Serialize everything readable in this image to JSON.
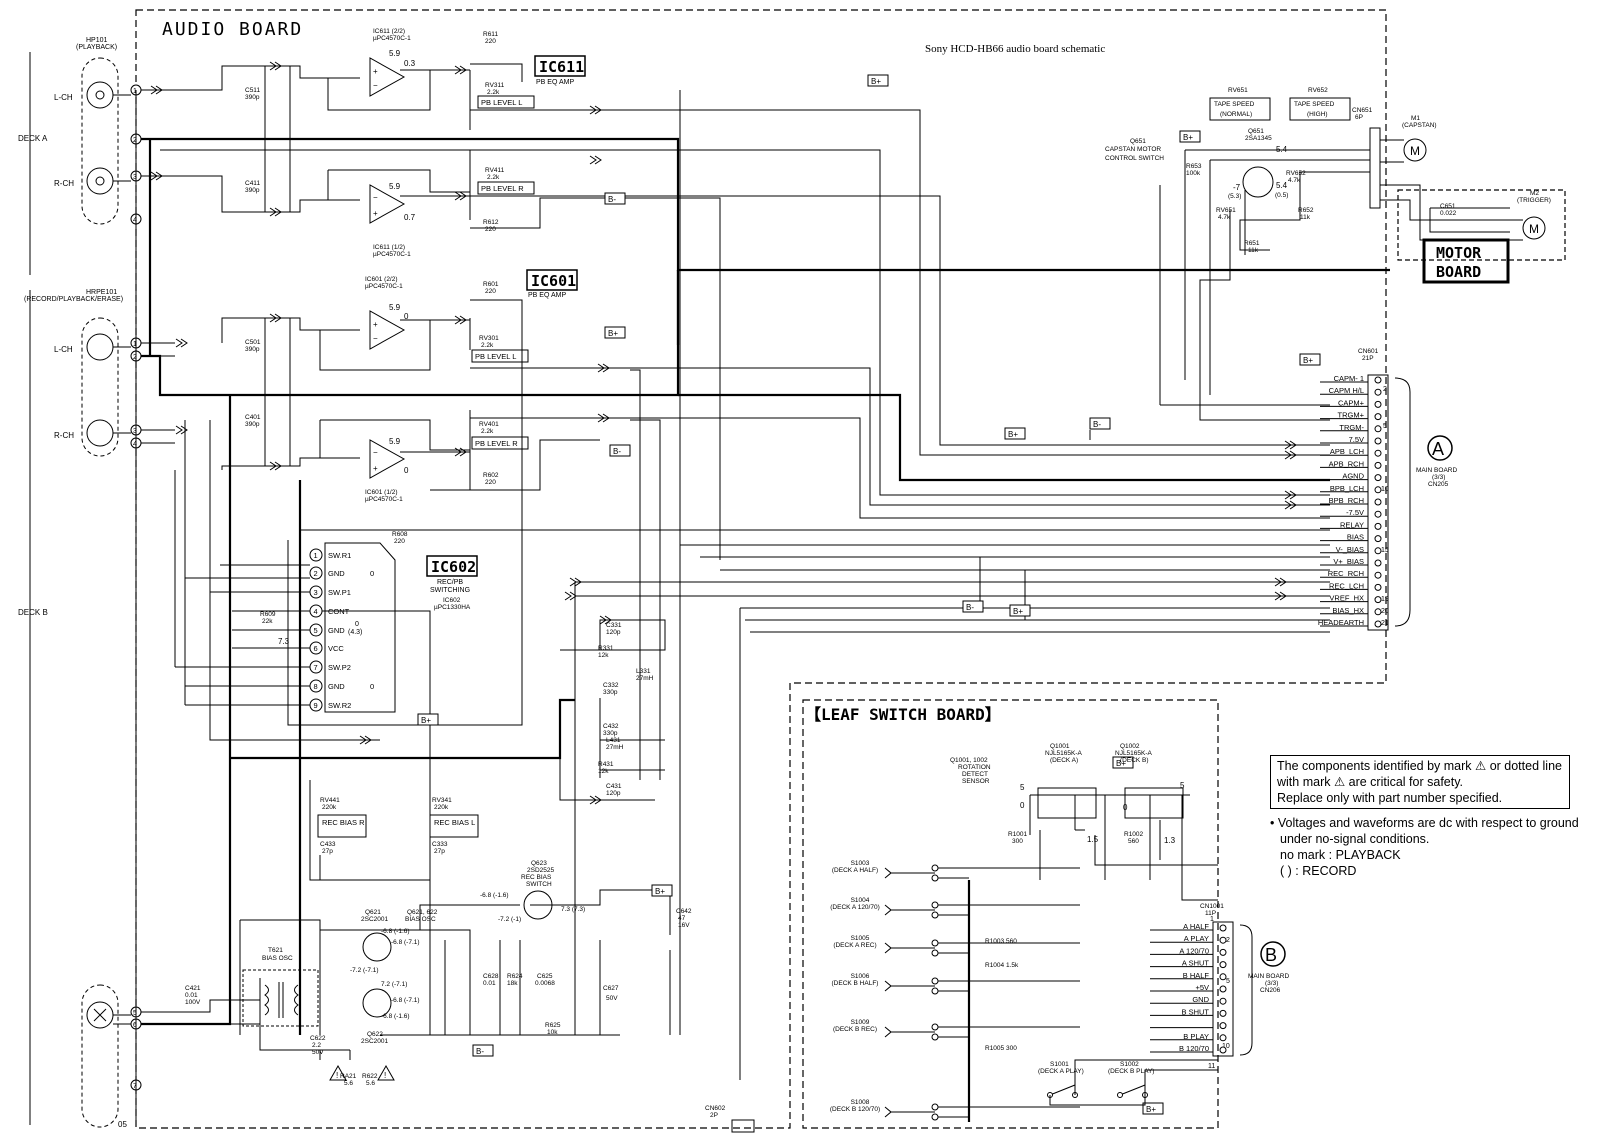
{
  "caption": "Sony HCD-HB66 audio board schematic",
  "audio_board": {
    "title": "AUDIO BOARD",
    "deck_a": "DECK A",
    "deck_b": "DECK B",
    "hp101": [
      "HP101",
      "(PLAYBACK)"
    ],
    "hrpe101": [
      "HRPE101",
      "(RECORD/PLAYBACK/ERASE)"
    ],
    "lch": "L-CH",
    "rch": "R-CH",
    "page_code": "05",
    "ic611": {
      "name": "IC611",
      "function": "PB EQ AMP",
      "part_top": [
        "IC611 (2/2)",
        "µPC4570C-1"
      ],
      "part_bottom": [
        "IC611 (1/2)",
        "µPC4570C-1"
      ]
    },
    "ic601": {
      "name": "IC601",
      "function": "PB EQ AMP",
      "part_top": [
        "IC601 (2/2)",
        "µPC4570C-1"
      ],
      "part_bottom": [
        "IC601 (1/2)",
        "µPC4570C-1"
      ]
    },
    "ic602": {
      "name": "IC602",
      "function": [
        "REC/PB",
        "SWITCHING"
      ],
      "part": [
        "IC602",
        "µPC1330HA"
      ],
      "pins": [
        "SW.R1",
        "GND",
        "SW.P1",
        "CONT",
        "GND",
        "VCC",
        "SW.P2",
        "GND",
        "SW.R2"
      ],
      "pin_numbers": [
        "1",
        "2",
        "3",
        "4",
        "5",
        "6",
        "7",
        "8",
        "9"
      ],
      "vcc_voltage": "7.3",
      "cont_voltage": [
        "0",
        "(4.3)"
      ]
    },
    "pb_level_l": "PB LEVEL L",
    "pb_level_r": "PB LEVEL R",
    "rec_bias_r": "REC BIAS R",
    "rec_bias_l": "REC BIAS L",
    "bplus": "B+",
    "bminus": "B-",
    "components": {
      "r611": [
        "R611",
        "220"
      ],
      "r612": [
        "R612",
        "220"
      ],
      "r601": [
        "R601",
        "220"
      ],
      "r602": [
        "R602",
        "220"
      ],
      "rv311": [
        "RV311",
        "2.2k"
      ],
      "rv411": [
        "RV411",
        "2.2k"
      ],
      "rv301": [
        "RV301",
        "2.2k"
      ],
      "rv401": [
        "RV401",
        "2.2k"
      ],
      "c511": [
        "C511",
        "390p"
      ],
      "c411": [
        "C411",
        "390p"
      ],
      "c501": [
        "C501",
        "390p"
      ],
      "c401": [
        "C401",
        "390p"
      ],
      "r608": [
        "R608",
        "220"
      ],
      "r609": [
        "R609",
        "22k"
      ],
      "rv441": [
        "RV441",
        "220k"
      ],
      "rv341": [
        "RV341",
        "220k"
      ],
      "c433": [
        "C433",
        "27p"
      ],
      "c333": [
        "C333",
        "27p"
      ],
      "c331": [
        "C331",
        "120p"
      ],
      "c431": [
        "C431",
        "120p"
      ],
      "l331": [
        "L331",
        "27mH"
      ],
      "l431": [
        "L431",
        "27mH"
      ],
      "r331": [
        "R331",
        "12k"
      ],
      "r431": [
        "R431",
        "12k"
      ],
      "c332": [
        "C332",
        "330p"
      ],
      "c432": [
        "C432",
        "330p"
      ],
      "c421": [
        "C421",
        "0.01",
        "100V"
      ],
      "c642": [
        "C642",
        "47",
        "16V"
      ],
      "c627": [
        "C627",
        "50V"
      ],
      "r625": [
        "R625",
        "10k"
      ],
      "c628": [
        "C628",
        "0.01"
      ],
      "r624": [
        "R624",
        "18k"
      ],
      "c625": [
        "C625",
        "0.0068"
      ],
      "c622": [
        "C622",
        "2.2",
        "50V"
      ],
      "ra21": [
        "RA21",
        "5.6"
      ],
      "r622": [
        "R622",
        "5.6"
      ]
    },
    "bias": {
      "t621": [
        "T621",
        "BIAS OSC"
      ],
      "q621": [
        "Q621",
        "2SC2001"
      ],
      "q622": [
        "Q622",
        "2SC2001"
      ],
      "q621_622": [
        "Q621, 622",
        "BIAS OSC"
      ],
      "q623": [
        "Q623",
        "2SD2525",
        "REC BIAS",
        "SWITCH"
      ],
      "volts": {
        "v1": "-6.8 (-1.6)",
        "v2": "-7.2 (-1)",
        "v3": "7.3 (7.3)",
        "v4": "-6.8 (-1.6)",
        "v5": "-6.8 (-7.1)",
        "v6": "-7.2 (-7.1)",
        "v7": "7.2 (-7.1)",
        "v8": "-6.8 (-7.1)",
        "v9": "-6.8 (-1.6)"
      }
    },
    "ic_volts": {
      "a": "5.9",
      "b": "0.3",
      "c": "5.9",
      "d": "0.7",
      "e": "5.9",
      "f": "0",
      "g": "5.9",
      "h": "0"
    },
    "cn602": [
      "CN602",
      "2P"
    ]
  },
  "capstan": {
    "rv651": [
      "RV651",
      "TAPE SPEED",
      "(NORMAL)"
    ],
    "rv652": [
      "RV652",
      "TAPE SPEED",
      "(HIGH)"
    ],
    "cn651": [
      "CN651",
      "6P"
    ],
    "q651": [
      "Q651",
      "CAPSTAN MOTOR",
      "CONTROL SWITCH"
    ],
    "q651_part": [
      "Q651",
      "2SA1345"
    ],
    "r653": [
      "R653",
      "100k"
    ],
    "r651": [
      "R651",
      "11k"
    ],
    "rv651b": [
      "RV651",
      "4.7k"
    ],
    "rv652b": [
      "RV652",
      "4.7k"
    ],
    "r652": [
      "R652",
      "11k"
    ],
    "c651": [
      "C651",
      "0.022"
    ],
    "m1": [
      "M1",
      "(CAPSTAN)"
    ],
    "m2": [
      "M2",
      "(TRIGGER)"
    ],
    "motor_board": [
      "MOTOR",
      "BOARD"
    ],
    "volts": [
      "5.4",
      "-7",
      "(5.3)",
      "5.4",
      "(0.5)"
    ]
  },
  "cn601": {
    "name": [
      "CN601",
      "21P"
    ],
    "signals": [
      "CAPM- 1",
      "CAPM H/L",
      "CAPM+",
      "TRGM+",
      "TRGM-",
      "7.5V",
      "APB_LCH",
      "APB_RCH",
      "AGND",
      "BPB_LCH",
      "BPB_RCH",
      "-7.5V",
      "RELAY",
      "BIAS",
      "V-_BIAS",
      "V+_BIAS",
      "REC_RCH",
      "REC_LCH",
      "VREF_HX",
      "BIAS_HX",
      "HEADEARTH"
    ],
    "pin_labels": [
      "2",
      "5",
      "10",
      "15",
      "19",
      "20",
      "21"
    ],
    "target": {
      "letter": "A",
      "lines": [
        "MAIN BOARD",
        "(3/3)",
        "CN205"
      ]
    }
  },
  "leaf": {
    "title": "【LEAF SWITCH BOARD】",
    "sensor": [
      "Q1001, 1002",
      "ROTATION",
      "DETECT",
      "SENSOR"
    ],
    "q1001": [
      "Q1001",
      "NJL5165K-A",
      "(DECK A)"
    ],
    "q1002": [
      "Q1002",
      "NJL5165K-A",
      "(DECK B)"
    ],
    "r1001": [
      "R1001",
      "300"
    ],
    "r1002": [
      "R1002",
      "560"
    ],
    "r1003": "R1003 560",
    "r1004": "R1004 1.5k",
    "r1005": "R1005 300",
    "switches": [
      [
        "S1003",
        "(DECK A HALF)"
      ],
      [
        "S1004",
        "(DECK A 120/70)"
      ],
      [
        "S1005",
        "(DECK A REC)"
      ],
      [
        "S1006",
        "(DECK B HALF)"
      ],
      [
        "S1009",
        "(DECK B REC)"
      ],
      [
        "S1008",
        "(DECK B 120/70)"
      ]
    ],
    "s1001": [
      "S1001",
      "(DECK A PLAY)"
    ],
    "s1002": [
      "S1002",
      "(DECK B PLAY)"
    ],
    "cn1001": [
      "CN1001",
      "11P"
    ],
    "signals": [
      "A HALF",
      "A PLAY",
      "A 120/70",
      "A SHUT",
      "B HALF",
      "+5V",
      "GND",
      "B SHUT",
      "",
      "B PLAY",
      "B 120/70"
    ],
    "pins": [
      "1",
      "2",
      "5",
      "10",
      "11"
    ],
    "volts": [
      "5",
      "0",
      "1.5",
      "0",
      "1.3",
      "5"
    ],
    "target": {
      "letter": "B",
      "lines": [
        "MAIN BOARD",
        "(3/3)",
        "CN206"
      ]
    }
  },
  "notes": {
    "safety": [
      "The components identified by mark ⚠ or dotted line",
      "with mark ⚠ are critical for safety.",
      "Replace only with part number specified."
    ],
    "voltage": [
      "• Voltages and waveforms are dc with respect to ground",
      "under no-signal conditions.",
      "no mark : PLAYBACK",
      "(          ) : RECORD"
    ]
  }
}
